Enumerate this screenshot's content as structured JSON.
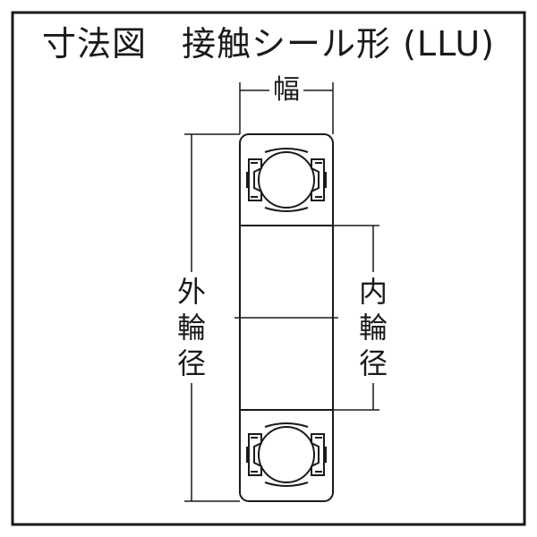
{
  "diagram": {
    "title": "寸法図　接触シール形 (LLU)",
    "width_label": "幅",
    "outer_diameter_label": [
      "外",
      "輪",
      "径"
    ],
    "inner_diameter_label": [
      "内",
      "輪",
      "径"
    ]
  },
  "colors": {
    "line": "#1a1a1a",
    "background": "#ffffff"
  }
}
